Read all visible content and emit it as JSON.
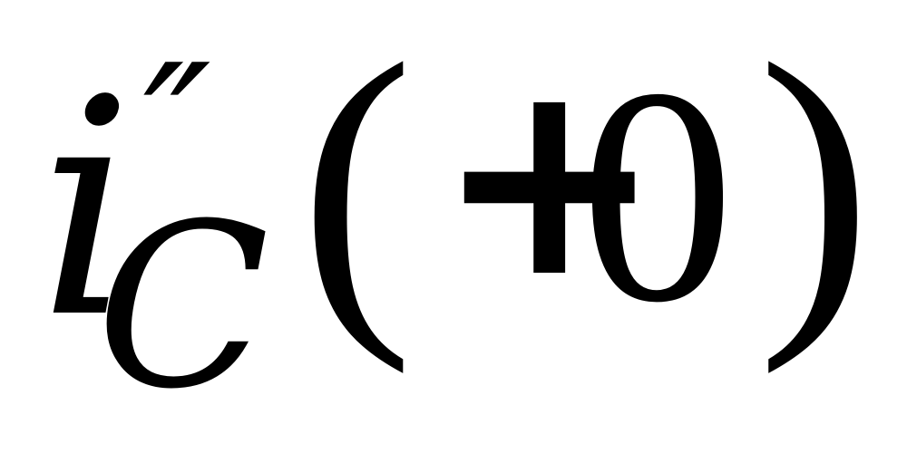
{
  "formula": {
    "variable": "i",
    "prime": "″",
    "subscript": "C",
    "open_paren": "(",
    "sign": "+",
    "argument": "0",
    "close_paren": ")"
  }
}
